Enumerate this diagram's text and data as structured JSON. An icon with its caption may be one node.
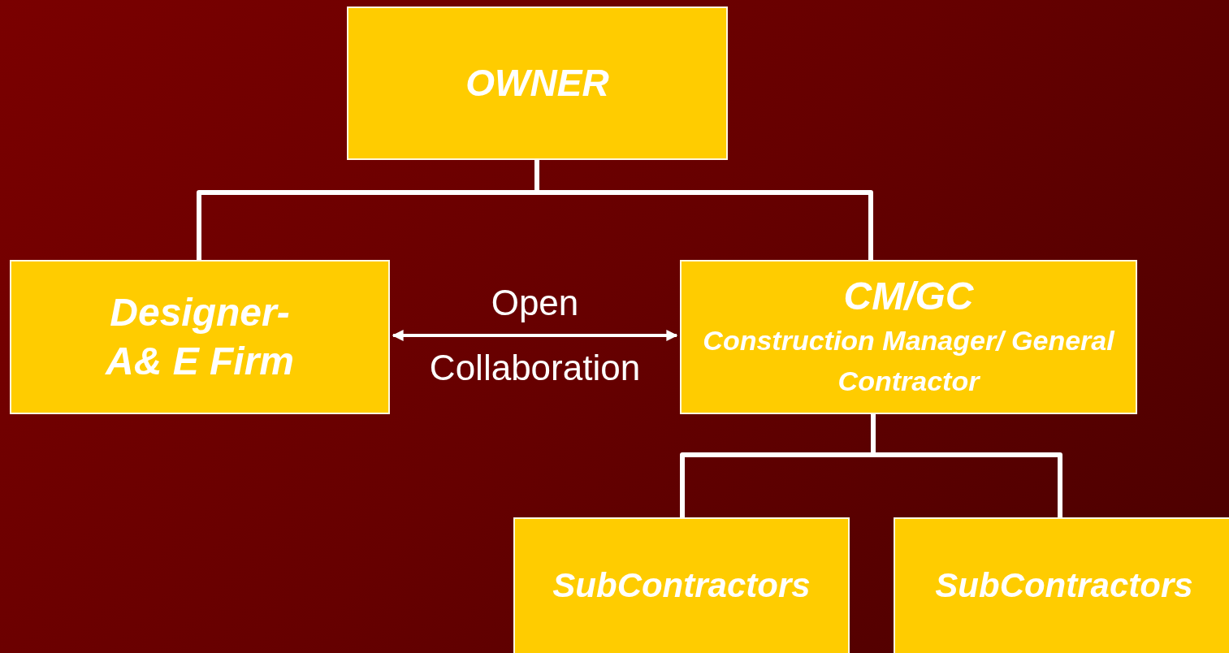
{
  "diagram": {
    "nodes": [
      {
        "text": [
          "OWNER"
        ]
      },
      {
        "text": [
          "Designer- A& E Firm"
        ]
      },
      {
        "text": [
          "CM/GC",
          "Construction Manager/ General Contractor"
        ]
      },
      {
        "text": [
          "SubContractors"
        ]
      },
      {
        "text": [
          "SubContractors"
        ]
      }
    ],
    "edges": [
      {
        "from": 0,
        "to": 1,
        "arrow": "none"
      },
      {
        "from": 0,
        "to": 2,
        "arrow": "none"
      },
      {
        "from": 1,
        "to": 2,
        "arrow": "both",
        "label": "Open Collaboration"
      },
      {
        "from": 2,
        "to": 3,
        "arrow": "none"
      },
      {
        "from": 2,
        "to": 4,
        "arrow": "none"
      }
    ]
  }
}
